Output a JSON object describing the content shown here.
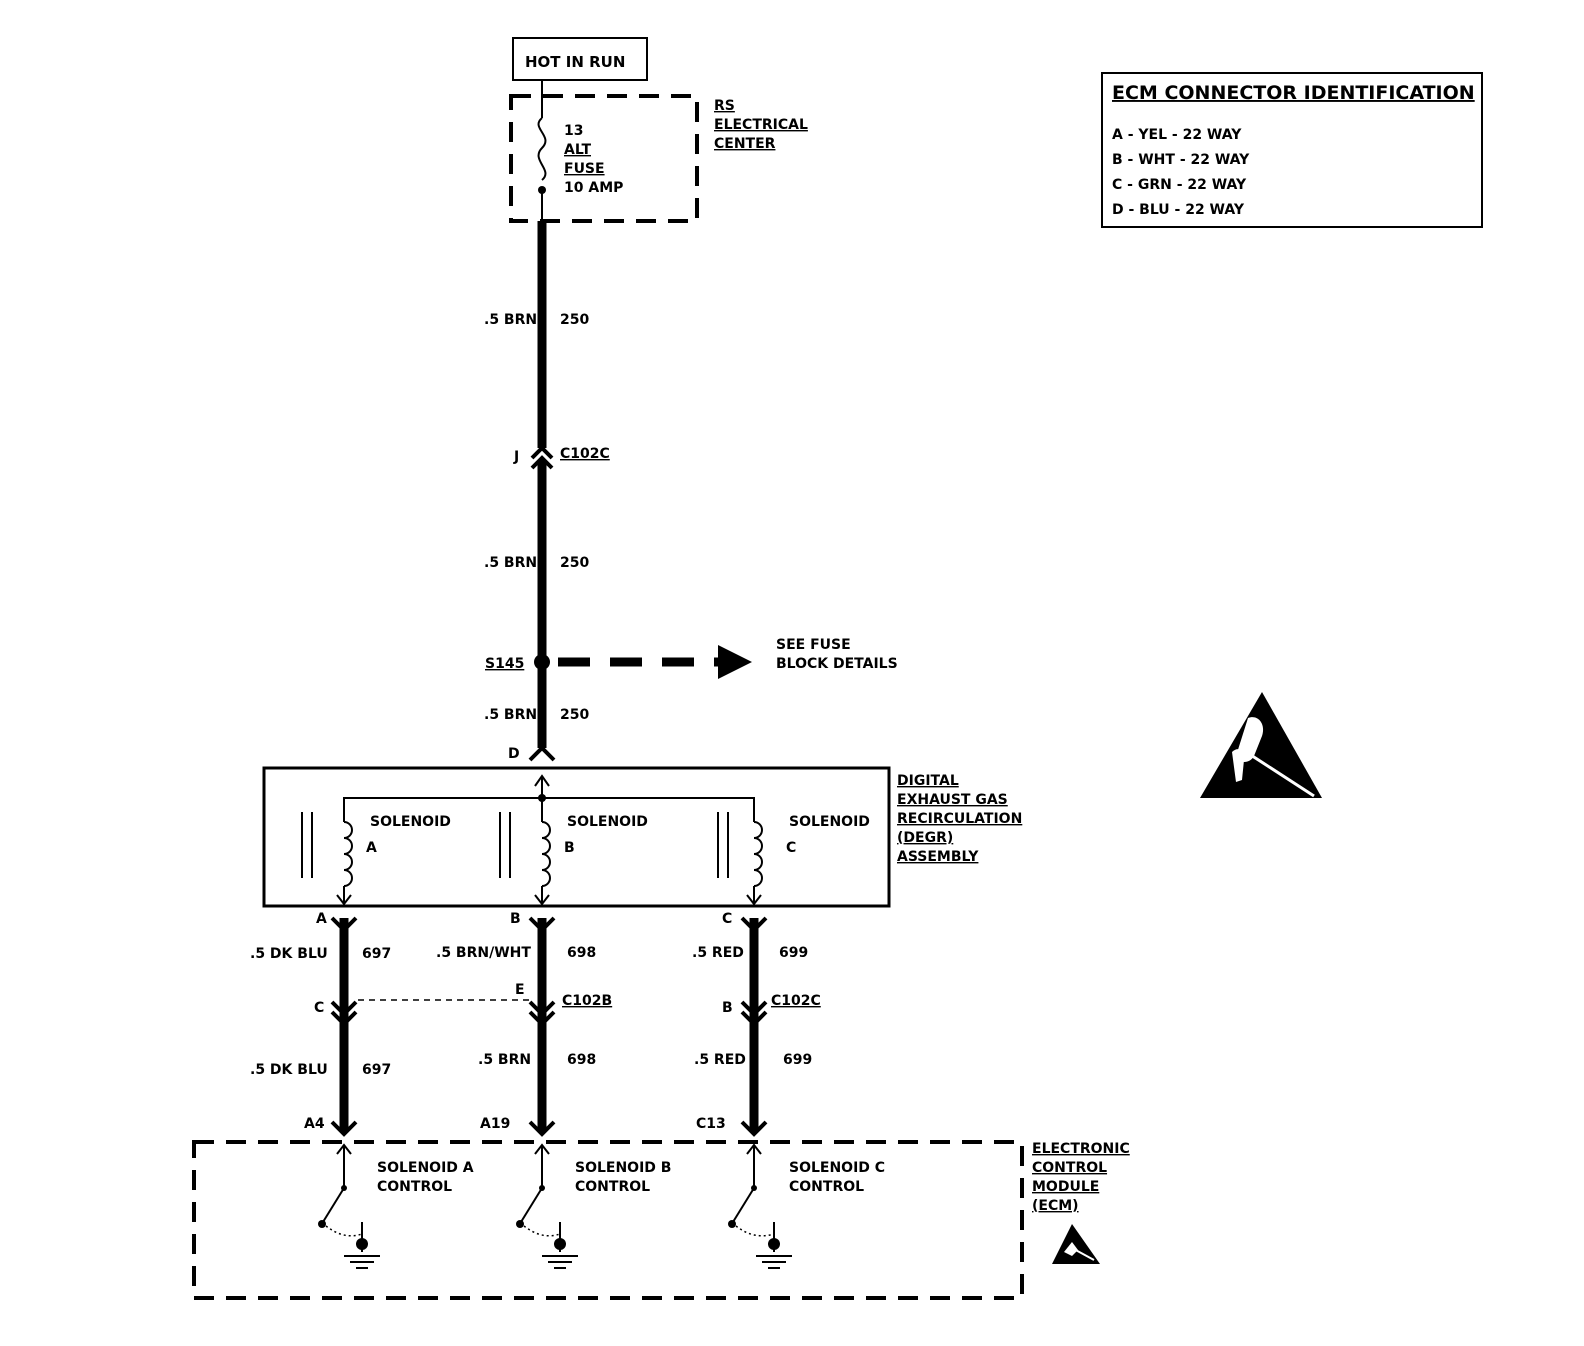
{
  "power": {
    "hot_in_run": "HOT IN RUN",
    "fuse_number": "13",
    "fuse_name_1": "ALT",
    "fuse_name_2": "FUSE",
    "fuse_rating": "10 AMP",
    "center_line1": "RS",
    "center_line2": "ELECTRICAL",
    "center_line3": "CENTER"
  },
  "legend": {
    "title": "ECM CONNECTOR IDENTIFICATION",
    "items": [
      "A - YEL - 22 WAY",
      "B - WHT - 22 WAY",
      "C - GRN - 22 WAY",
      "D - BLU - 22 WAY"
    ]
  },
  "feed": {
    "seg1_wire": ".5 BRN",
    "seg1_circuit": "250",
    "conn1_pin": "J",
    "conn1_name": "C102C",
    "seg2_wire": ".5 BRN",
    "seg2_circuit": "250",
    "splice_name": "S145",
    "splice_note1": "SEE FUSE",
    "splice_note2": "BLOCK DETAILS",
    "seg3_wire": ".5 BRN",
    "seg3_circuit": "250",
    "degr_pin": "D"
  },
  "degr": {
    "title1": "DIGITAL",
    "title2": "EXHAUST GAS",
    "title3": "RECIRCULATION",
    "title4": "(DEGR)",
    "title5": "ASSEMBLY",
    "solenoid_word": "SOLENOID",
    "solenoid_a": "A",
    "solenoid_b": "B",
    "solenoid_c": "C"
  },
  "branch_a": {
    "top_pin": "A",
    "wire1": ".5 DK BLU",
    "circuit1": "697",
    "mid_pin": "C",
    "wire2": ".5 DK BLU",
    "circuit2": "697",
    "ecm_pin": "A4",
    "control1": "SOLENOID A",
    "control2": "CONTROL"
  },
  "branch_b": {
    "top_pin": "B",
    "wire1": ".5 BRN/WHT",
    "circuit1": "698",
    "mid_pin": "E",
    "conn_name": "C102B",
    "wire2": ".5 BRN",
    "circuit2": "698",
    "ecm_pin": "A19",
    "control1": "SOLENOID B",
    "control2": "CONTROL"
  },
  "branch_c": {
    "top_pin": "C",
    "wire1": ".5 RED",
    "circuit1": "699",
    "mid_pin": "B",
    "conn_name": "C102C",
    "wire2": ".5 RED",
    "circuit2": "699",
    "ecm_pin": "C13",
    "control1": "SOLENOID C",
    "control2": "CONTROL"
  },
  "ecm": {
    "title1": "ELECTRONIC",
    "title2": "CONTROL",
    "title3": "MODULE",
    "title4": "(ECM)"
  },
  "icons": [
    "esd-warning-icon",
    "esd-warning-small-icon",
    "ground-icon"
  ]
}
